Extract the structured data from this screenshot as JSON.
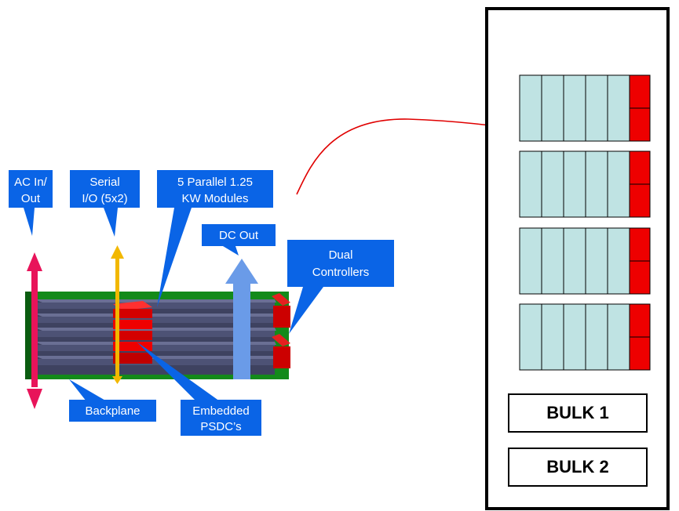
{
  "callouts": {
    "ac": [
      "AC In/",
      "Out"
    ],
    "serial": [
      "Serial",
      "I/O (5x2)"
    ],
    "parallel": [
      "5 Parallel 1.25",
      "KW Modules"
    ],
    "dc_out": "DC Out",
    "dual": [
      "Dual",
      "Controllers"
    ],
    "backplane": "Backplane",
    "embedded": [
      "Embedded",
      "PSDC’s"
    ]
  },
  "rack": {
    "module_rows": 4,
    "cells_per_row": 5,
    "bulk": [
      "BULK 1",
      "BULK 2"
    ]
  },
  "colors": {
    "callout_fill": "#0a64e6",
    "module_fill": "#bfe3e3",
    "controller_red": "#ee0000",
    "backplane_green": "#138a1a",
    "module_slate": "#4d5275",
    "ac_arrow": "#e8145a",
    "serial_arrow": "#f2b800",
    "dc_arrow": "#6a9be8",
    "connector_arrow": "#e00000"
  }
}
